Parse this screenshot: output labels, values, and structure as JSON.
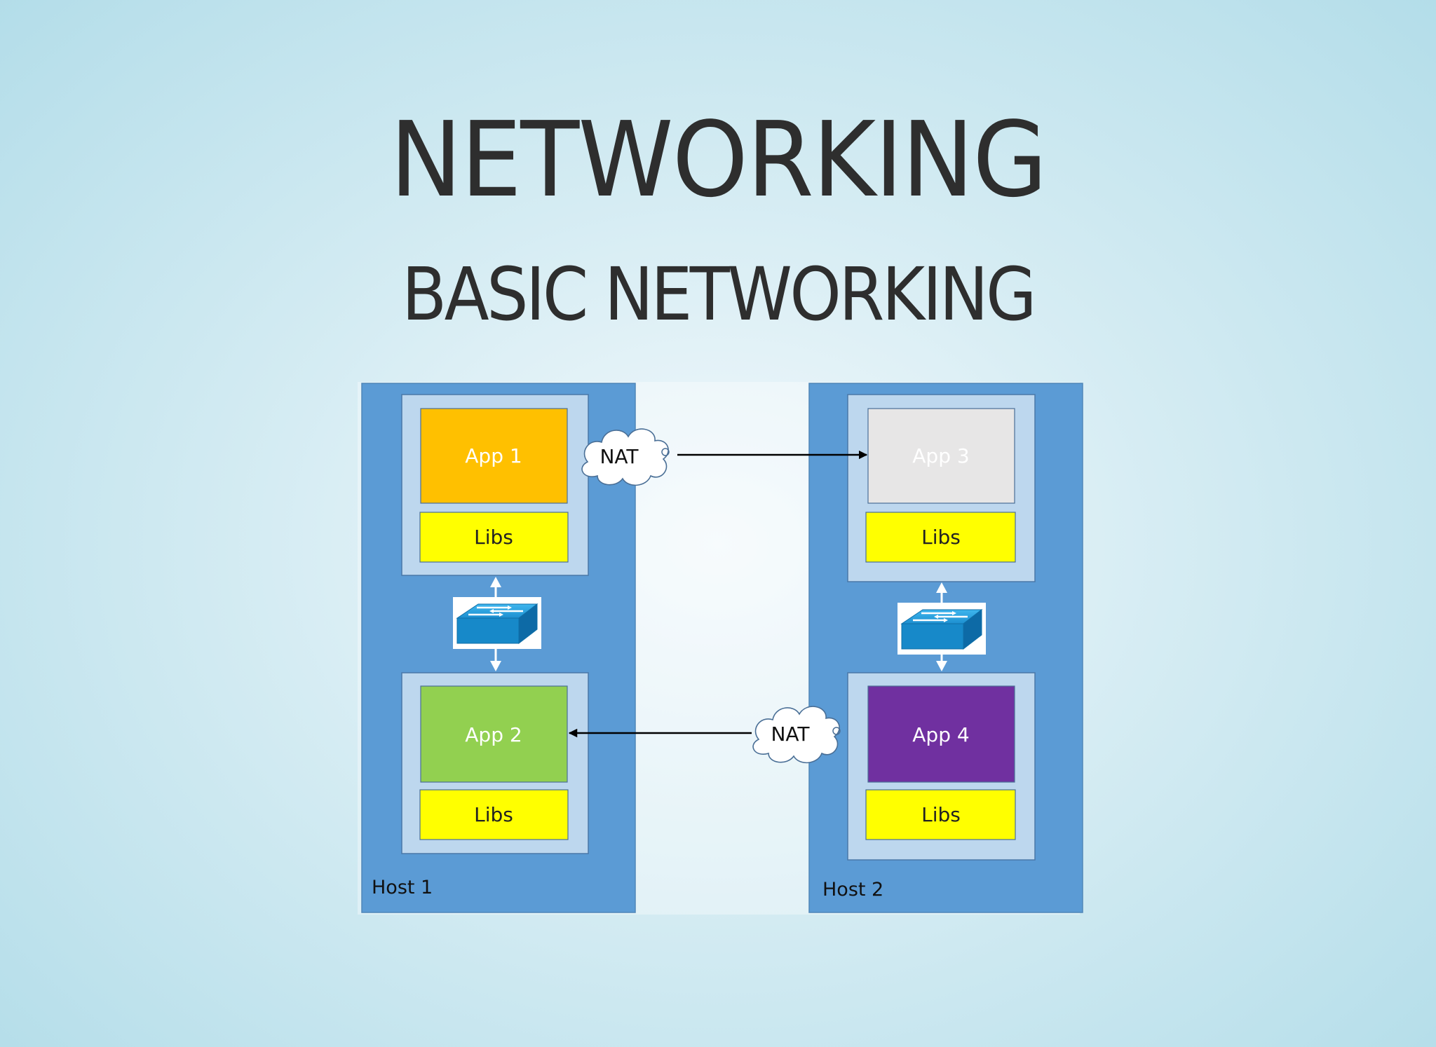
{
  "title": "NETWORKING",
  "subtitle": "BASIC NETWORKING",
  "diagram": {
    "hosts": [
      {
        "label": "Host 1"
      },
      {
        "label": "Host 2"
      }
    ],
    "apps": [
      {
        "label": "App 1",
        "color": "#FFC000",
        "text_color": "#ffffff"
      },
      {
        "label": "App 2",
        "color": "#92D050",
        "text_color": "#ffffff"
      },
      {
        "label": "App 3",
        "color": "#E7E6E6",
        "text_color": "#ffffff"
      },
      {
        "label": "App 4",
        "color": "#7030A0",
        "text_color": "#ffffff"
      }
    ],
    "libs_label": "Libs",
    "libs_color": "#FFFF00",
    "nat_label": "NAT",
    "host_color": "#5B9BD5",
    "container_color": "#BDD7EE",
    "switch_icon": "network-switch-icon"
  }
}
